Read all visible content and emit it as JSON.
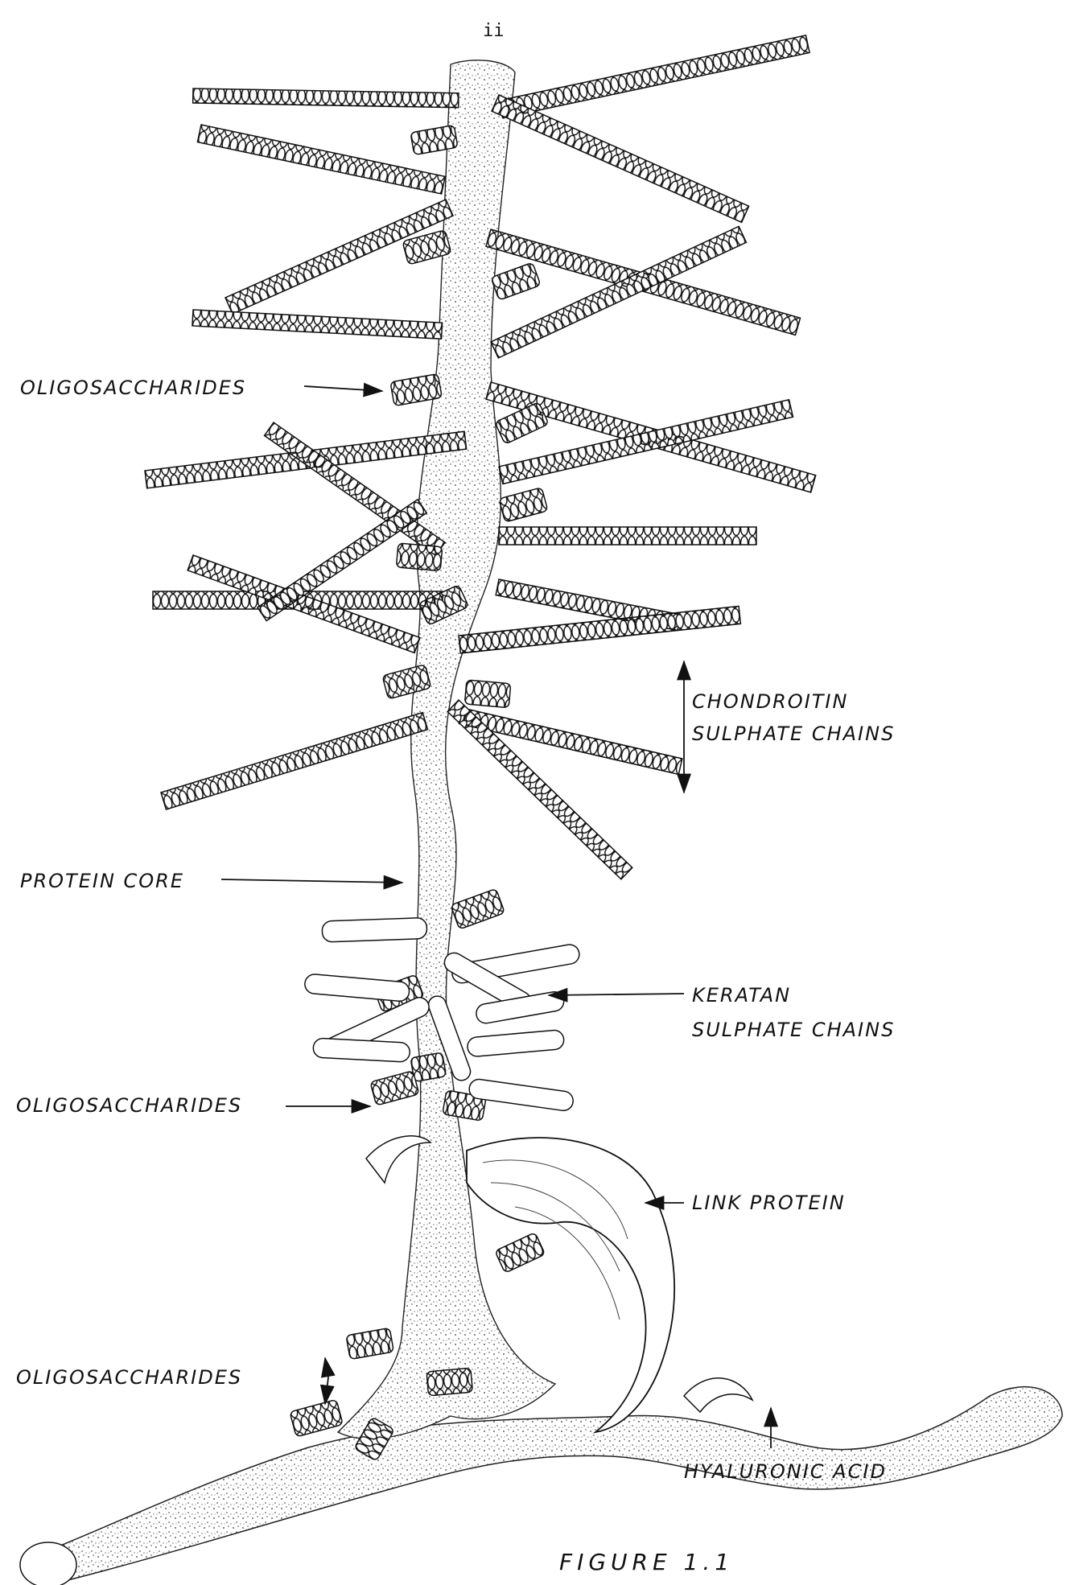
{
  "page_number": "ii",
  "labels": {
    "oligosaccharides_top": "OLIGOSACCHARIDES",
    "chondroitin_line1": "CHONDROITIN",
    "chondroitin_line2": "SULPHATE CHAINS",
    "protein_core": "PROTEIN CORE",
    "keratan_line1": "KERATAN",
    "keratan_line2": "SULPHATE CHAINS",
    "oligosaccharides_mid": "OLIGOSACCHARIDES",
    "link_protein": "LINK PROTEIN",
    "oligosaccharides_bottom": "OLIGOSACCHARIDES",
    "hyaluronic_acid": "HYALURONIC ACID"
  },
  "caption": "FIGURE 1.1"
}
